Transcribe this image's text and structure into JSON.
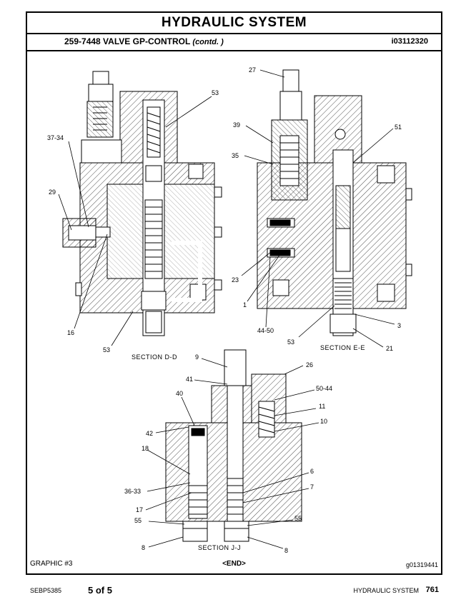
{
  "header": {
    "title": "HYDRAULIC SYSTEM",
    "subtitle": "259-7448 VALVE GP-CONTROL",
    "subtitle_suffix": "(contd. )",
    "doc_id": "i03112320"
  },
  "sections": {
    "dd": "SECTION D-D",
    "ee": "SECTION E-E",
    "jj": "SECTION J-J"
  },
  "callouts": {
    "c53a": "53",
    "c37_34": "37-34",
    "c29": "29",
    "c16": "16",
    "c53b": "53",
    "c27": "27",
    "c39": "39",
    "c35": "35",
    "c51": "51",
    "c23": "23",
    "c1": "1",
    "c44_50": "44-50",
    "c53c": "53",
    "c3": "3",
    "c21": "21",
    "c9": "9",
    "c26": "26",
    "c41": "41",
    "c50_44": "50-44",
    "c40": "40",
    "c11": "11",
    "c10": "10",
    "c42": "42",
    "c18": "18",
    "c6": "6",
    "c36_33": "36-33",
    "c7": "7",
    "c17": "17",
    "c55a": "55",
    "c55b": "55",
    "c8a": "8",
    "c8b": "8"
  },
  "bottom": {
    "graphic": "GRAPHIC #3",
    "end": "<END>",
    "graphic_ref": "g01319441"
  },
  "footer": {
    "doc": "SEBP5385",
    "page_of": "5 of 5",
    "section": "HYDRAULIC SYSTEM",
    "page_number": "761"
  }
}
